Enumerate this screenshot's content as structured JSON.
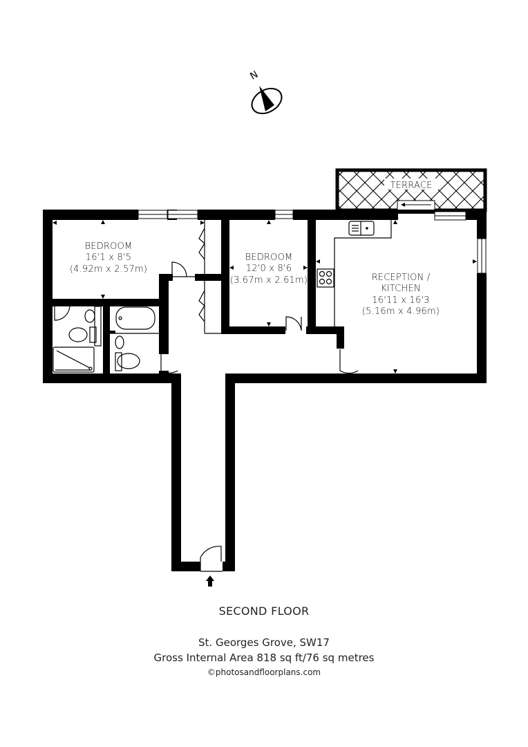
{
  "compass": {
    "label": "N",
    "icon": "north-arrow-icon"
  },
  "rooms": {
    "bedroom1": {
      "name": "BEDROOM",
      "imperial": "16'1 x 8'5",
      "metric": "(4.92m x 2.57m)"
    },
    "bedroom2": {
      "name": "BEDROOM",
      "imperial": "12'0 x 8'6",
      "metric": "(3.67m x 2.61m)"
    },
    "reception": {
      "name": "RECEPTION /",
      "name2": "KITCHEN",
      "imperial": "16'11 x 16'3",
      "metric": "(5.16m x 4.96m)"
    },
    "terrace": {
      "name": "TERRACE"
    }
  },
  "footer": {
    "floor": "SECOND FLOOR",
    "address": "St. Georges Grove, SW17",
    "area": "Gross Internal Area 818 sq ft/76 sq metres",
    "copyright": "©photosandfloorplans.com"
  },
  "colors": {
    "wall": "#000000",
    "background": "#ffffff",
    "text": "#1a1a1a"
  }
}
